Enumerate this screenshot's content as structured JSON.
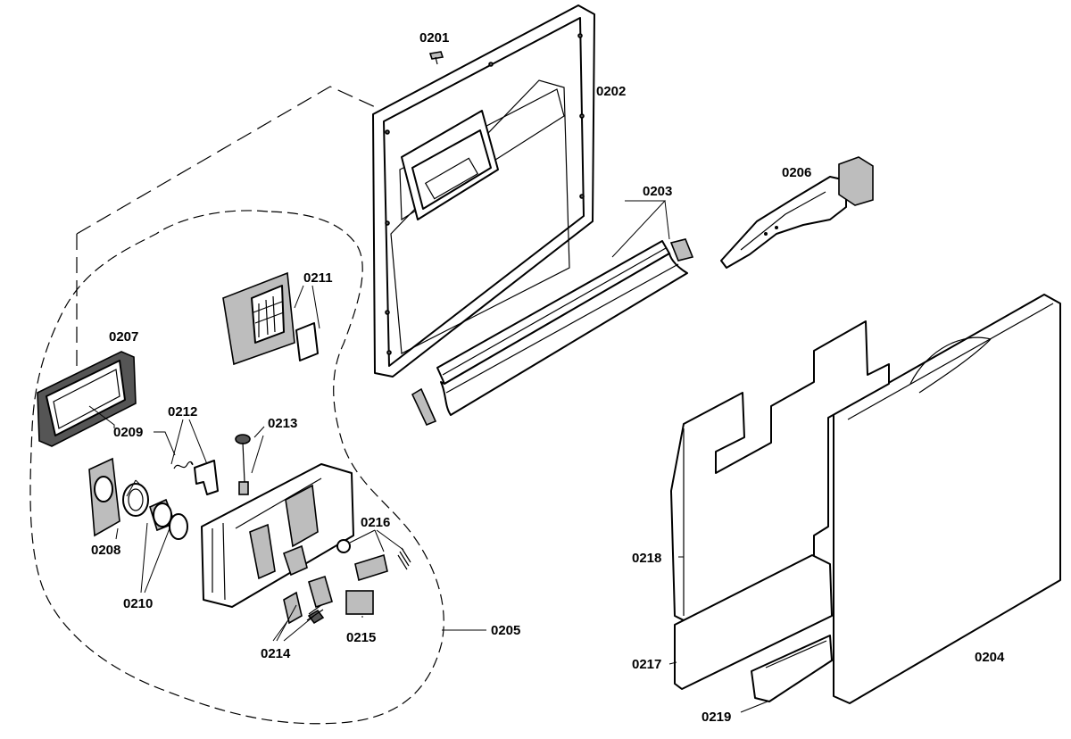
{
  "labels": {
    "p0201": "0201",
    "p0202": "0202",
    "p0203": "0203",
    "p0204": "0204",
    "p0205": "0205",
    "p0206": "0206",
    "p0207": "0207",
    "p0208": "0208",
    "p0209": "0209",
    "p0210": "0210",
    "p0211": "0211",
    "p0212": "0212",
    "p0213": "0213",
    "p0214": "0214",
    "p0215": "0215",
    "p0216": "0216",
    "p0217": "0217",
    "p0218": "0218",
    "p0219": "0219"
  }
}
